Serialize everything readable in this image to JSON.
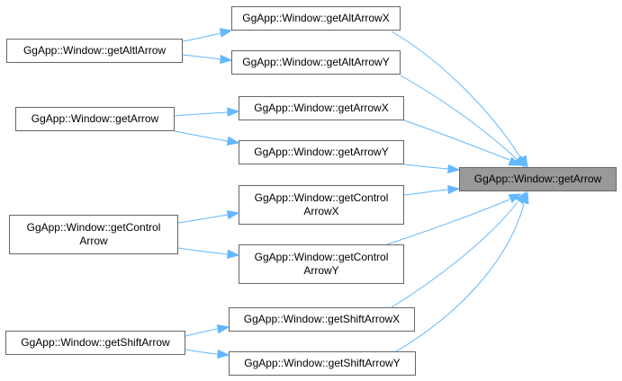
{
  "colors": {
    "edge": "#63b8ff",
    "node_border": "#666666",
    "node_fill": "#ffffff",
    "target_fill": "#999999"
  },
  "nodes": {
    "target": {
      "label": "GgApp::Window::getArrow"
    },
    "get_alt_arrow_x": {
      "label": "GgApp::Window::getAltArrowX"
    },
    "get_alt_arrow_y": {
      "label": "GgApp::Window::getAltArrowY"
    },
    "get_altl_arrow": {
      "label": "GgApp::Window::getAltlArrow"
    },
    "get_arrow_x": {
      "label": "GgApp::Window::getArrowX"
    },
    "get_arrow_y": {
      "label": "GgApp::Window::getArrowY"
    },
    "get_arrow_caller": {
      "label": "GgApp::Window::getArrow"
    },
    "get_control_arrow_x": {
      "label": "GgApp::Window::getControl\nArrowX"
    },
    "get_control_arrow_y": {
      "label": "GgApp::Window::getControl\nArrowY"
    },
    "get_control_arrow": {
      "label": "GgApp::Window::getControl\nArrow"
    },
    "get_shift_arrow_x": {
      "label": "GgApp::Window::getShiftArrowX"
    },
    "get_shift_arrow_y": {
      "label": "GgApp::Window::getShiftArrowY"
    },
    "get_shift_arrow": {
      "label": "GgApp::Window::getShiftArrow"
    }
  },
  "edges": [
    {
      "from": "get_alt_arrow_x",
      "to": "target"
    },
    {
      "from": "get_alt_arrow_y",
      "to": "target"
    },
    {
      "from": "get_arrow_x",
      "to": "target"
    },
    {
      "from": "get_arrow_y",
      "to": "target"
    },
    {
      "from": "get_control_arrow_x",
      "to": "target"
    },
    {
      "from": "get_control_arrow_y",
      "to": "target"
    },
    {
      "from": "get_shift_arrow_x",
      "to": "target"
    },
    {
      "from": "get_shift_arrow_y",
      "to": "target"
    },
    {
      "from": "get_altl_arrow",
      "to": "get_alt_arrow_x"
    },
    {
      "from": "get_altl_arrow",
      "to": "get_alt_arrow_y"
    },
    {
      "from": "get_arrow_caller",
      "to": "get_arrow_x"
    },
    {
      "from": "get_arrow_caller",
      "to": "get_arrow_y"
    },
    {
      "from": "get_control_arrow",
      "to": "get_control_arrow_x"
    },
    {
      "from": "get_control_arrow",
      "to": "get_control_arrow_y"
    },
    {
      "from": "get_shift_arrow",
      "to": "get_shift_arrow_x"
    },
    {
      "from": "get_shift_arrow",
      "to": "get_shift_arrow_y"
    }
  ]
}
